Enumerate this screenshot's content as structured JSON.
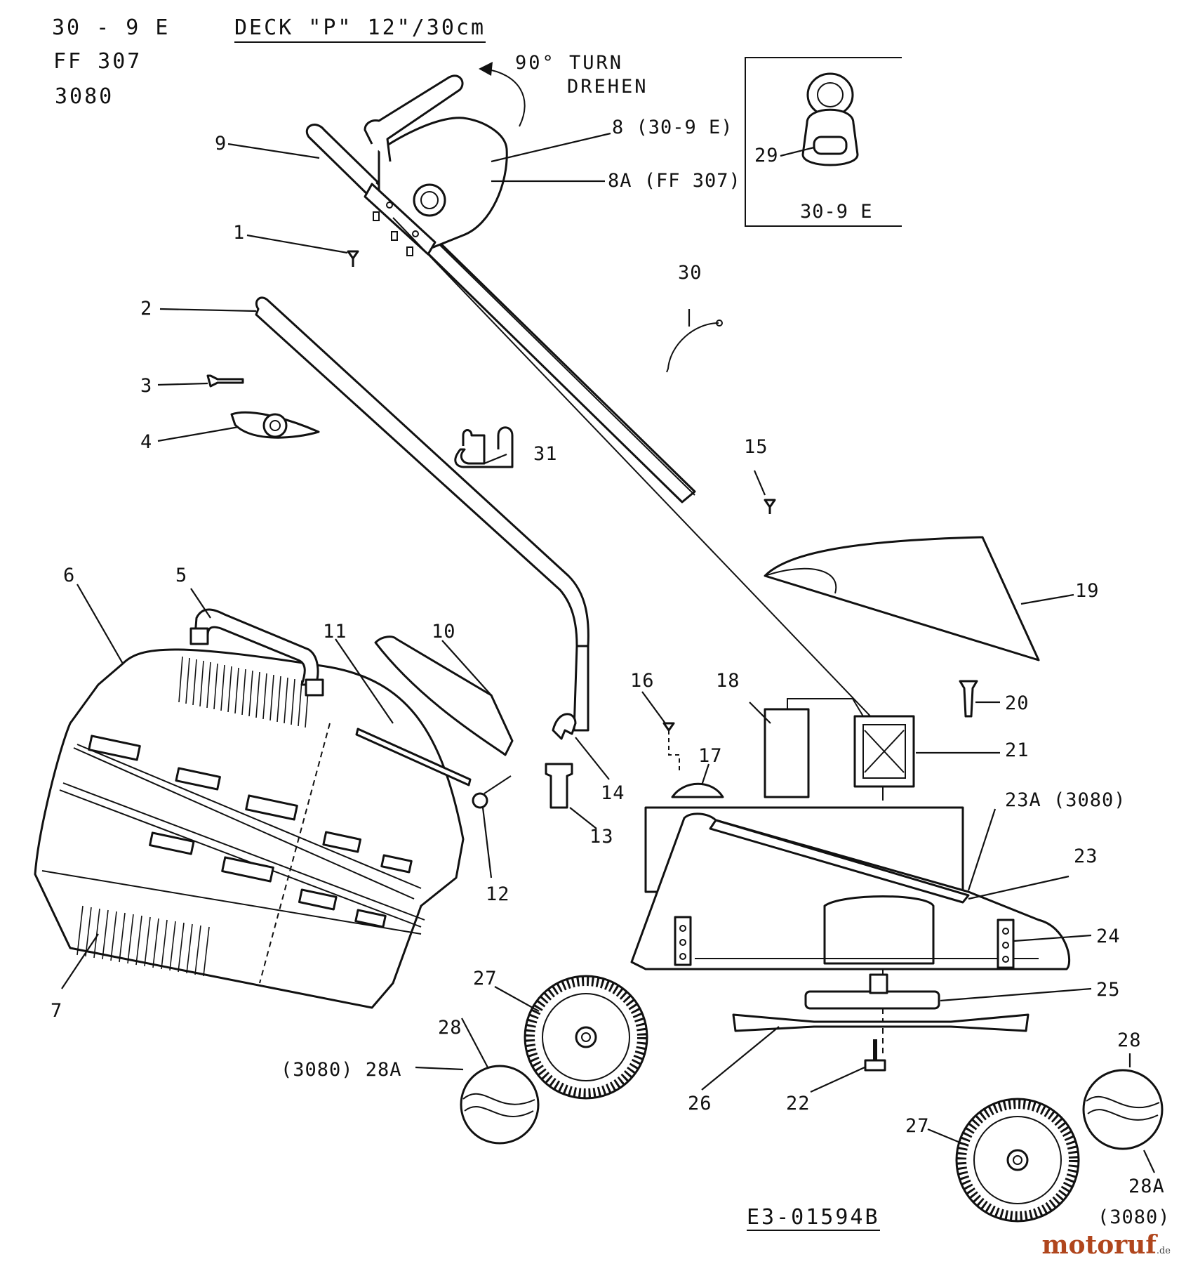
{
  "header": {
    "models": [
      "30 - 9 E",
      "FF 307",
      "3080"
    ],
    "deck": "DECK \"P\"  12\"/30cm",
    "turn_en": "90° TURN",
    "turn_de": "DREHEN"
  },
  "inset": {
    "part": "29",
    "model": "30-9 E"
  },
  "labels": {
    "p1": "1",
    "p2": "2",
    "p3": "3",
    "p4": "4",
    "p5": "5",
    "p6": "6",
    "p7": "7",
    "p8": "8 (30-9 E)",
    "p8a": "8A (FF 307)",
    "p9": "9",
    "p10": "10",
    "p11": "11",
    "p12": "12",
    "p13": "13",
    "p14": "14",
    "p15": "15",
    "p16": "16",
    "p17": "17",
    "p18": "18",
    "p19": "19",
    "p20": "20",
    "p21": "21",
    "p22": "22",
    "p23": "23",
    "p23a": "23A  (3080)",
    "p24": "24",
    "p25": "25",
    "p26": "26",
    "p27a": "27",
    "p27b": "27",
    "p28a": "28",
    "p28b": "28",
    "p28al": "(3080)  28A",
    "p28ar": "28A",
    "p28ar_model": "(3080)",
    "p30": "30",
    "p31": "31"
  },
  "footer": {
    "drawing_id": "E3-01594B"
  },
  "watermark": {
    "brand": "motoruf",
    "tld": ".de"
  }
}
